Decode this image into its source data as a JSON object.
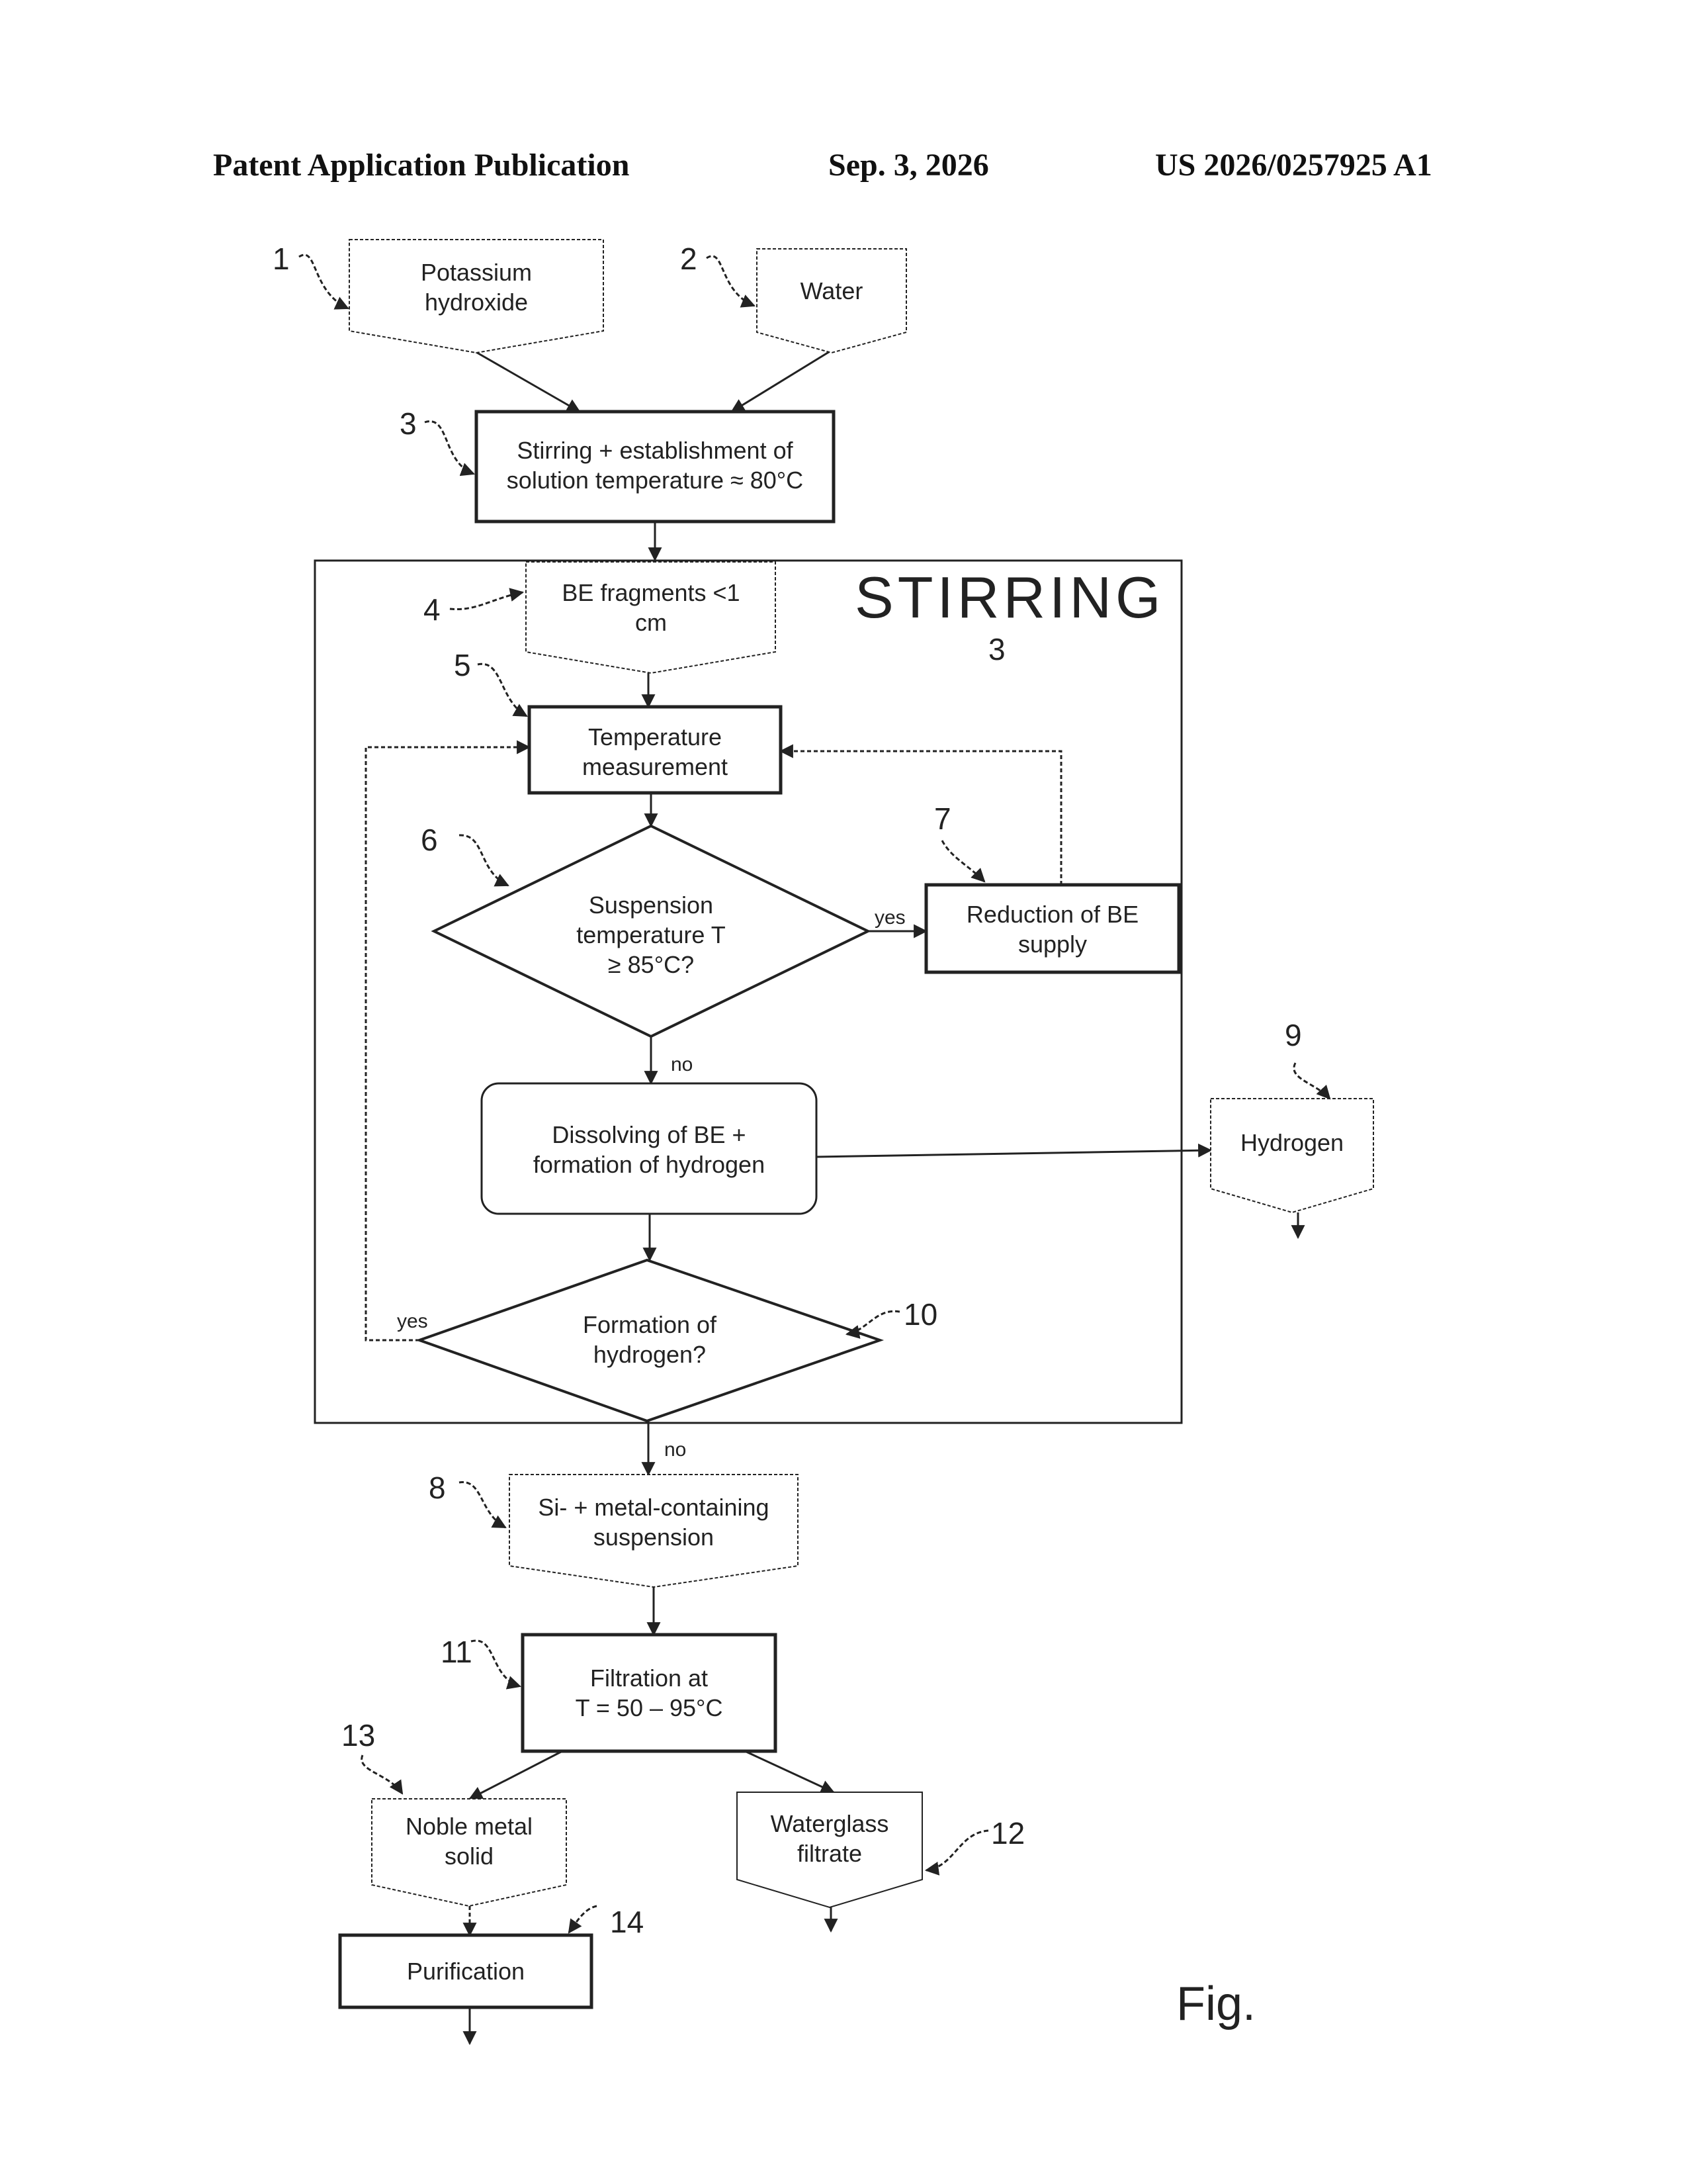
{
  "header": {
    "publication": "Patent Application Publication",
    "date": "Sep. 3, 2026",
    "number": "US 2026/0257925 A1"
  },
  "diagram": {
    "group_title": "STIRRING",
    "group_ref": "3",
    "figure_label": "Fig.",
    "nodes": {
      "n1": {
        "ref": "1",
        "lines": [
          "Potassium",
          "hydroxide"
        ]
      },
      "n2": {
        "ref": "2",
        "lines": [
          "Water"
        ]
      },
      "n3": {
        "ref": "3",
        "lines": [
          "Stirring + establishment of",
          "solution temperature ≈ 80°C"
        ]
      },
      "n4": {
        "ref": "4",
        "lines": [
          "BE fragments <1",
          "cm"
        ]
      },
      "n5": {
        "ref": "5",
        "lines": [
          "Temperature",
          "measurement"
        ]
      },
      "n6": {
        "ref": "6",
        "lines": [
          "Suspension",
          "temperature T",
          "≥ 85°C?"
        ]
      },
      "n7": {
        "ref": "7",
        "lines": [
          "Reduction of BE",
          "supply"
        ]
      },
      "n_diss": {
        "lines": [
          "Dissolving of BE +",
          "formation of hydrogen"
        ]
      },
      "n9": {
        "ref": "9",
        "lines": [
          "Hydrogen"
        ]
      },
      "n10": {
        "ref": "10",
        "lines": [
          "Formation of",
          "hydrogen?"
        ]
      },
      "n8": {
        "ref": "8",
        "lines": [
          "Si- + metal-containing",
          "suspension"
        ]
      },
      "n11": {
        "ref": "11",
        "lines": [
          "Filtration at",
          "T = 50 – 95°C"
        ]
      },
      "n13": {
        "ref": "13",
        "lines": [
          "Noble metal",
          "solid"
        ]
      },
      "n12": {
        "ref": "12",
        "lines": [
          "Waterglass",
          "filtrate"
        ]
      },
      "n14": {
        "ref": "14",
        "lines": [
          "Purification"
        ]
      }
    },
    "edge_labels": {
      "d6_yes": "yes",
      "d6_no": "no",
      "d10_yes": "yes",
      "d10_no": "no"
    }
  }
}
